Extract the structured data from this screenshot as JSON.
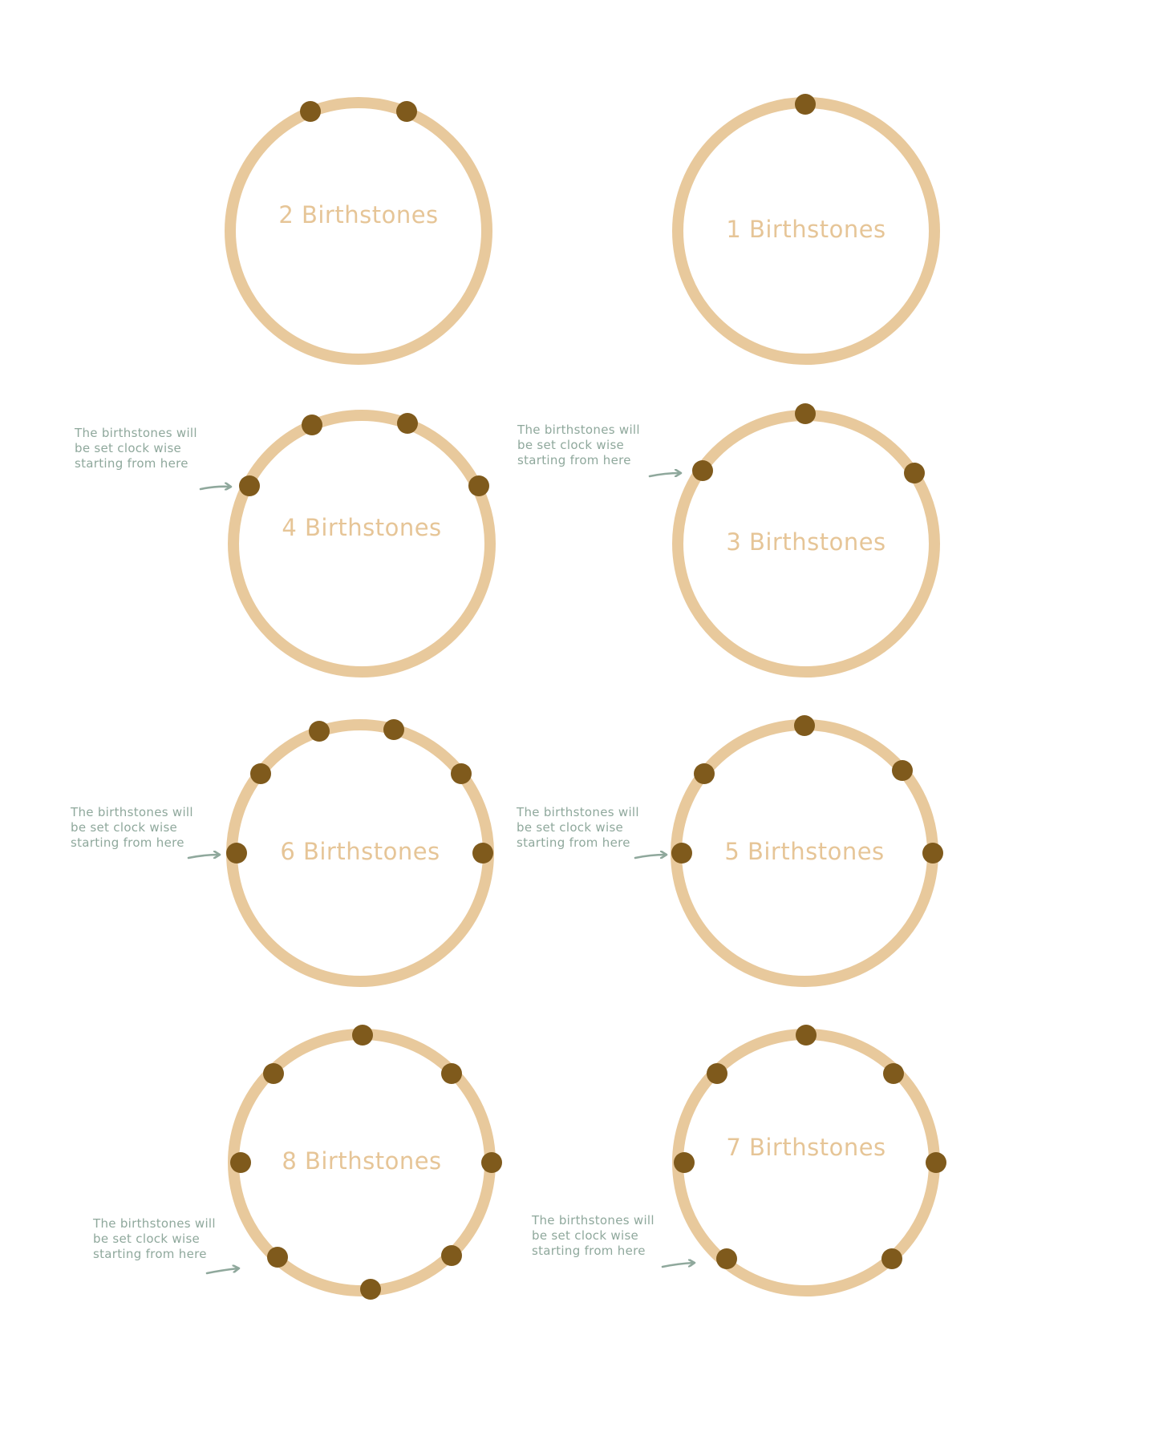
{
  "colors": {
    "ring": "#e8c99c",
    "stone": "#7f5a1c",
    "label": "#e6c597",
    "note": "#8fa89c"
  },
  "diagrams": [
    {
      "label": "2 Birthstones",
      "stones": 2
    },
    {
      "label": "1 Birthstones",
      "stones": 1
    },
    {
      "label": "4 Birthstones",
      "stones": 4
    },
    {
      "label": "3 Birthstones",
      "stones": 3
    },
    {
      "label": "6 Birthstones",
      "stones": 6
    },
    {
      "label": "5 Birthstones",
      "stones": 5
    },
    {
      "label": "8 Birthstones",
      "stones": 8
    },
    {
      "label": "7 Birthstones",
      "stones": 7
    }
  ],
  "note_lines": [
    "The birthstones will",
    "be set clock wise",
    "starting from here"
  ]
}
